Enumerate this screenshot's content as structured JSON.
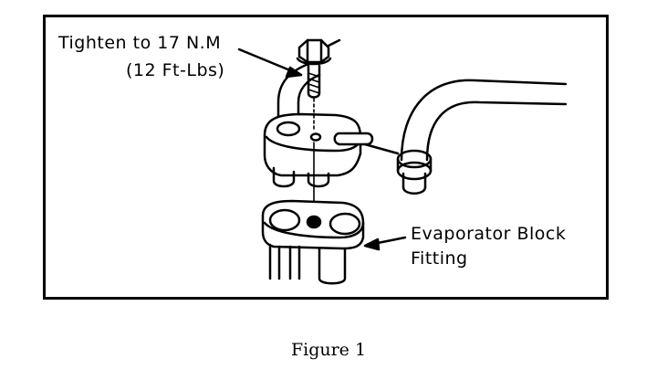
{
  "figure": {
    "torque_label_line1": "Tighten to 17 N.M",
    "torque_label_line2": "(12 Ft-Lbs)",
    "fitting_label_line1": "Evaporator Block",
    "fitting_label_line2": "Fitting",
    "caption": "Figure 1"
  },
  "colors": {
    "ink": "#000000",
    "paper": "#ffffff"
  }
}
